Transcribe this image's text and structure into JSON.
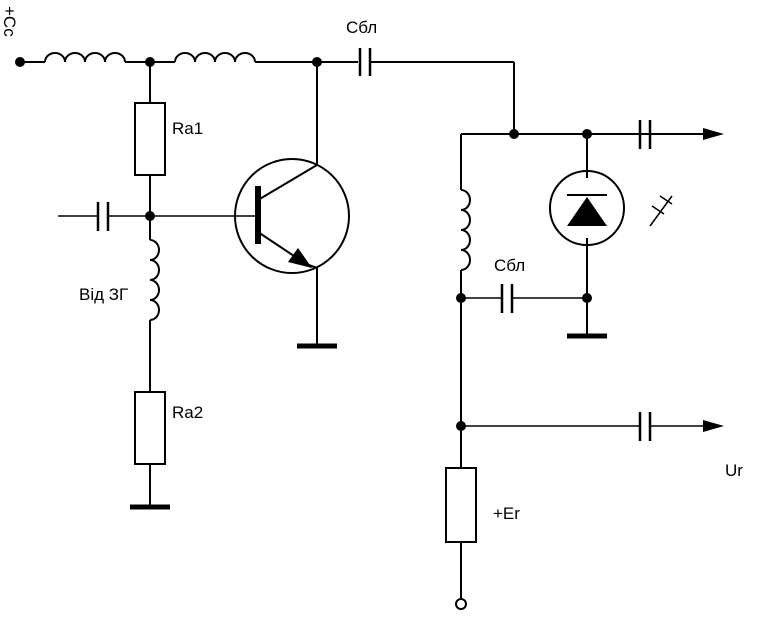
{
  "diagram": {
    "type": "circuit-schematic",
    "labels": {
      "supply": "+Cc",
      "cap_top": "Сбл",
      "cap_bottom": "Сбл",
      "ra1": "Ra1",
      "ra2": "Ra2",
      "inductor_input": "Від ЗГ",
      "bias_voltage": "+Er",
      "output_voltage": "Ur"
    },
    "components": [
      "inductor",
      "inductor",
      "resistor",
      "resistor",
      "inductor",
      "inductor",
      "capacitor",
      "capacitor",
      "capacitor",
      "capacitor",
      "capacitor",
      "transistor-npn",
      "varactor-diode",
      "ground",
      "ground",
      "ground"
    ]
  }
}
